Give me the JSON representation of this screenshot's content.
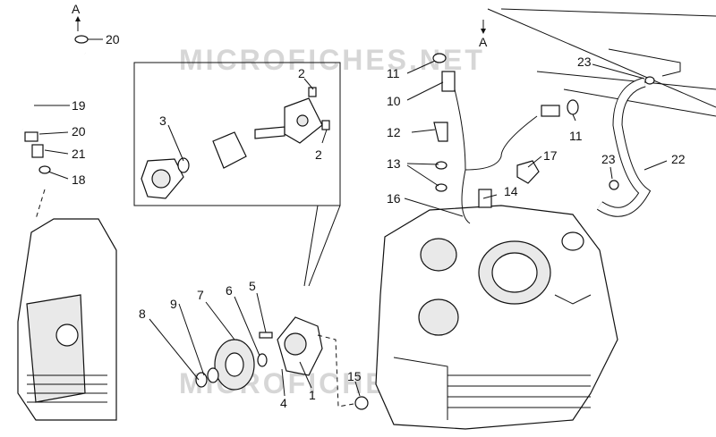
{
  "watermarks": [
    "MICROFICHES.NET",
    "MICROFICHES.NET"
  ],
  "arrow_labels": [
    "A",
    "A"
  ],
  "callouts": [
    "20",
    "19",
    "20",
    "21",
    "18",
    "2",
    "3",
    "2",
    "11",
    "10",
    "12",
    "13",
    "17",
    "11",
    "23",
    "22",
    "23",
    "16",
    "14",
    "5",
    "6",
    "7",
    "9",
    "8",
    "4",
    "1",
    "15"
  ]
}
